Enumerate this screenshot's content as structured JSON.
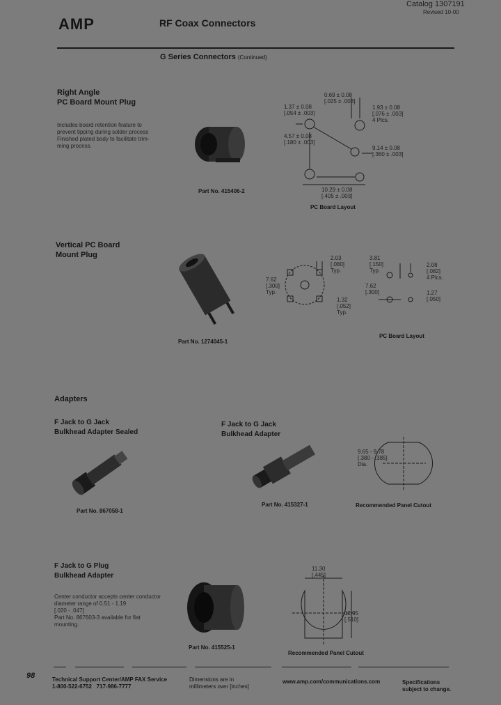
{
  "header": {
    "logo": "AMP",
    "title": "RF Coax Connectors",
    "catalog": "Catalog 1307191",
    "revised": "Revised 10-00",
    "section_title": "G Series Connectors",
    "section_suffix": "(Continued)"
  },
  "right_angle": {
    "heading": "Right Angle\nPC Board Mount Plug",
    "description": "Includes board retention feature to\nprevent tipping during solder process\nFinished plated body to facilitate trim-\nming process.",
    "part_no": "Part No. 415406-2",
    "layout_caption": "PC Board Layout",
    "dims": {
      "d1": "0.69 ± 0.08",
      "d1_in": "[.025 ± .003]",
      "d2": "1.37 ± 0.08",
      "d2_in": "[.054 ± .003]",
      "d3": "1.93 ± 0.08",
      "d3_in": "[.076 ± .003]",
      "d3_note": "4 Plcs.",
      "d4": "4.57 ± 0.08",
      "d4_in": "[.180 ± .003]",
      "d5": "9.14 ± 0.08",
      "d5_in": "[.360 ± .003]",
      "d6": "10.29 ± 0.08",
      "d6_in": "[.405 ± .003]"
    }
  },
  "vertical": {
    "heading": "Vertical PC Board\nMount Plug",
    "part_no": "Part No. 1274045-1",
    "layout_caption": "PC Board Layout",
    "dims": {
      "a": "2.03",
      "a_in": "[.080]",
      "a_note": "Typ.",
      "b": "7.62",
      "b_in": "[.300]",
      "b_note": "Typ.",
      "c": "1.32",
      "c_in": "[.052]",
      "c_note": "Typ.",
      "d": "3.81",
      "d_in": "[.150]",
      "d_note": "Typ.",
      "e": "2.08",
      "e_in": "[.082]",
      "e_note": "4 Plcs.",
      "f": "7.62",
      "f_in": "[.300]",
      "g": "1.27",
      "g_in": "[.050]"
    }
  },
  "adapters": {
    "heading": "Adapters",
    "sealed": {
      "heading": "F Jack to G Jack\nBulkhead Adapter Sealed",
      "part_no": "Part No. 867058-1"
    },
    "bulkhead": {
      "heading": "F Jack to G Jack\nBulkhead Adapter",
      "part_no": "Part No. 415327-1",
      "cutout_caption": "Recommended Panel Cutout",
      "dim": "9.65 - 9.78",
      "dim_in": "[.380 - .385]",
      "dim_note": "Dia."
    },
    "plug": {
      "heading": "F Jack to G Plug\nBulkhead Adapter",
      "description": "Center conductor accepts center conductor\ndiameter range of 0.51 - 1.19\n[.020 - .047]\nPart No. 867603-3 available for flat\nmounting.",
      "part_no": "Part No. 415525-1",
      "cutout_caption": "Recommended Panel Cutout",
      "dim_w": "11.30",
      "dim_w_in": "[.445]",
      "dim_h": "12.95",
      "dim_h_in": "[.510]"
    }
  },
  "footer": {
    "page_number": "98",
    "support": "Technical Support Center/AMP FAX Service\n1-800-522-6752   717-986-7777",
    "dimensions": "Dimensions are in\nmillimeters over [inches]",
    "url": "www.amp.com/communications.com",
    "specs": "Specifications\nsubject to change."
  }
}
